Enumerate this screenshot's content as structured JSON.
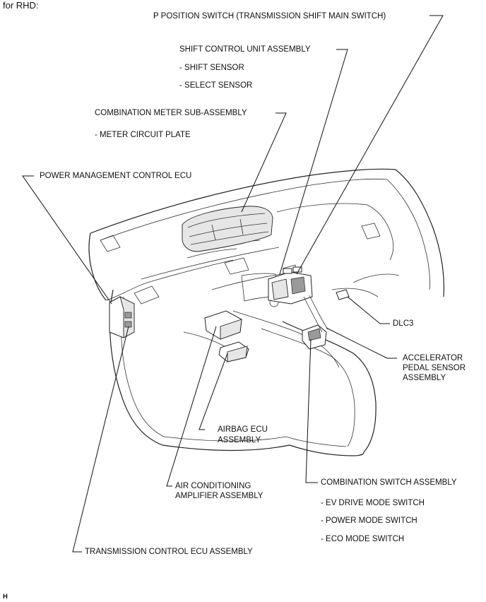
{
  "header": {
    "variant": "for RHD:"
  },
  "labels": {
    "p_position_switch": "P POSITION SWITCH (TRANSMISSION SHIFT MAIN SWITCH)",
    "shift_control_unit": "SHIFT CONTROL UNIT ASSEMBLY",
    "shift_sensor": "- SHIFT SENSOR",
    "select_sensor": "- SELECT SENSOR",
    "combination_meter": "COMBINATION METER SUB-ASSEMBLY",
    "meter_circuit_plate": "- METER CIRCUIT PLATE",
    "power_management_ecu": "POWER MANAGEMENT CONTROL ECU",
    "dlc3": "DLC3",
    "accelerator_line1": "ACCELERATOR",
    "accelerator_line2": "PEDAL SENSOR",
    "accelerator_line3": "ASSEMBLY",
    "airbag_line1": "AIRBAG ECU",
    "airbag_line2": "ASSEMBLY",
    "air_conditioning_line1": "AIR CONDITIONING",
    "air_conditioning_line2": "AMPLIFIER ASSEMBLY",
    "combination_switch": "COMBINATION SWITCH ASSEMBLY",
    "ev_drive_mode": "- EV DRIVE MODE SWITCH",
    "power_mode": "- POWER MODE SWITCH",
    "eco_mode": "- ECO MODE SWITCH",
    "transmission_ecu": "TRANSMISSION CONTROL ECU ASSEMBLY"
  },
  "footer": {
    "code": "H"
  }
}
